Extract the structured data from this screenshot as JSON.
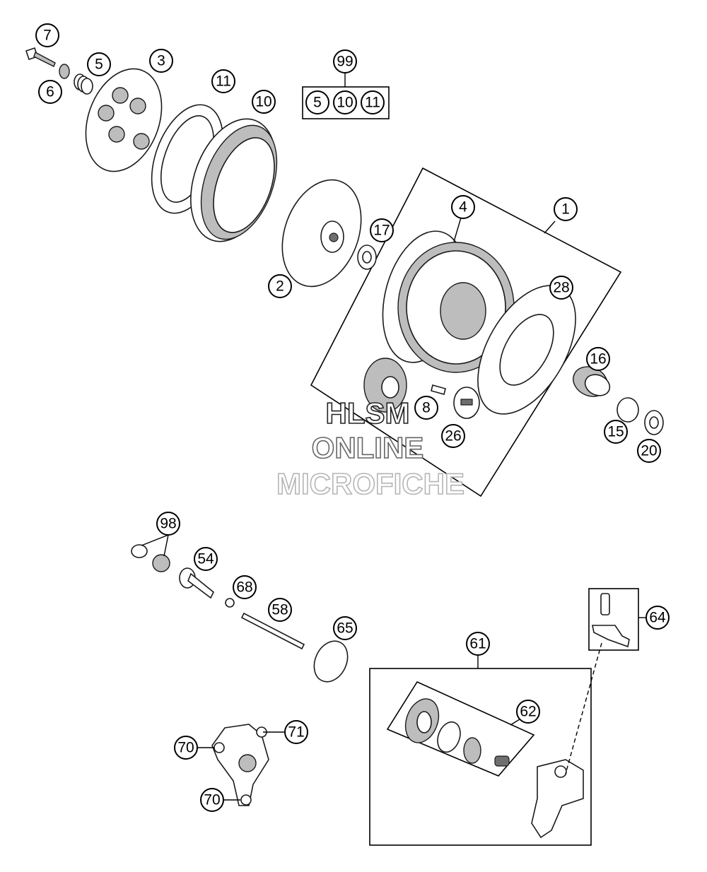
{
  "callouts": {
    "c7": "7",
    "c6": "6",
    "c5": "5",
    "c3": "3",
    "c11": "11",
    "c10": "10",
    "c99": "99",
    "k5": "5",
    "k10": "10",
    "k11": "11",
    "c4": "4",
    "c1": "1",
    "c17": "17",
    "c2": "2",
    "c28": "28",
    "c16": "16",
    "c8": "8",
    "c26": "26",
    "c15": "15",
    "c20": "20",
    "c98": "98",
    "c54": "54",
    "c68": "68",
    "c58": "58",
    "c65": "65",
    "c64": "64",
    "c61": "61",
    "c62": "62",
    "c71": "71",
    "c70a": "70",
    "c70b": "70"
  },
  "watermark": {
    "line1": "HLSM",
    "line2": "ONLINE",
    "line3": "MICROFICHE"
  },
  "colors": {
    "ink": "#000000",
    "wm1": "#222222",
    "wm2": "#666666",
    "wm3": "#b5b5b5"
  }
}
